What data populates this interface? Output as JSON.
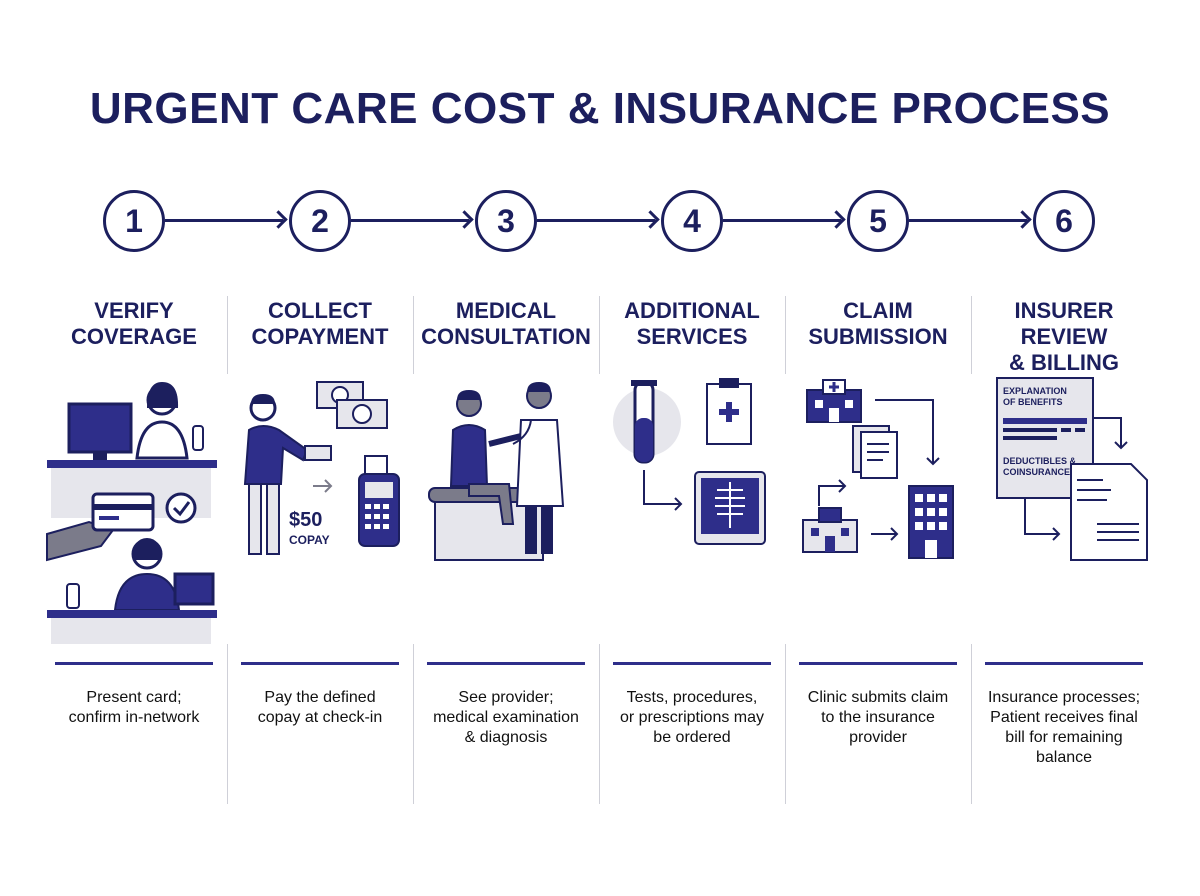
{
  "title": "URGENT CARE COST & INSURANCE PROCESS",
  "steps": [
    {
      "number": "1",
      "title_line1": "VERIFY",
      "title_line2": "COVERAGE",
      "desc_line1": "Present card;",
      "desc_line2": "confirm in-network",
      "desc_line3": "",
      "desc_line4": ""
    },
    {
      "number": "2",
      "title_line1": "COLLECT",
      "title_line2": "COPAYMENT",
      "desc_line1": "Pay the defined",
      "desc_line2": "copay at check-in",
      "desc_line3": "",
      "desc_line4": ""
    },
    {
      "number": "3",
      "title_line1": "MEDICAL",
      "title_line2": "CONSULTATION",
      "desc_line1": "See provider;",
      "desc_line2": "medical examination",
      "desc_line3": "& diagnosis",
      "desc_line4": ""
    },
    {
      "number": "4",
      "title_line1": "ADDITIONAL",
      "title_line2": "SERVICES",
      "desc_line1": "Tests, procedures,",
      "desc_line2": "or prescriptions may",
      "desc_line3": "be ordered",
      "desc_line4": ""
    },
    {
      "number": "5",
      "title_line1": "CLAIM",
      "title_line2": "SUBMISSION",
      "desc_line1": "Clinic submits claim",
      "desc_line2": "to the insurance",
      "desc_line3": "provider",
      "desc_line4": ""
    },
    {
      "number": "6",
      "title_line1": "INSURER REVIEW",
      "title_line2": "& BILLING",
      "desc_line1": "Insurance processes;",
      "desc_line2": "Patient receives final",
      "desc_line3": "bill for remaining",
      "desc_line4": "balance"
    }
  ],
  "illustration_text": {
    "copay_amount": "$50",
    "copay_label": "COPAY",
    "eob_line1": "EXPLANATION",
    "eob_line2": "OF BENEFITS",
    "deductibles_line1": "DEDUCTIBLES &",
    "deductibles_line2": "COINSURANCE"
  },
  "colors": {
    "navy": "#1c1f5e",
    "accent": "#2e2e8a",
    "gray": "#e6e6ec"
  }
}
